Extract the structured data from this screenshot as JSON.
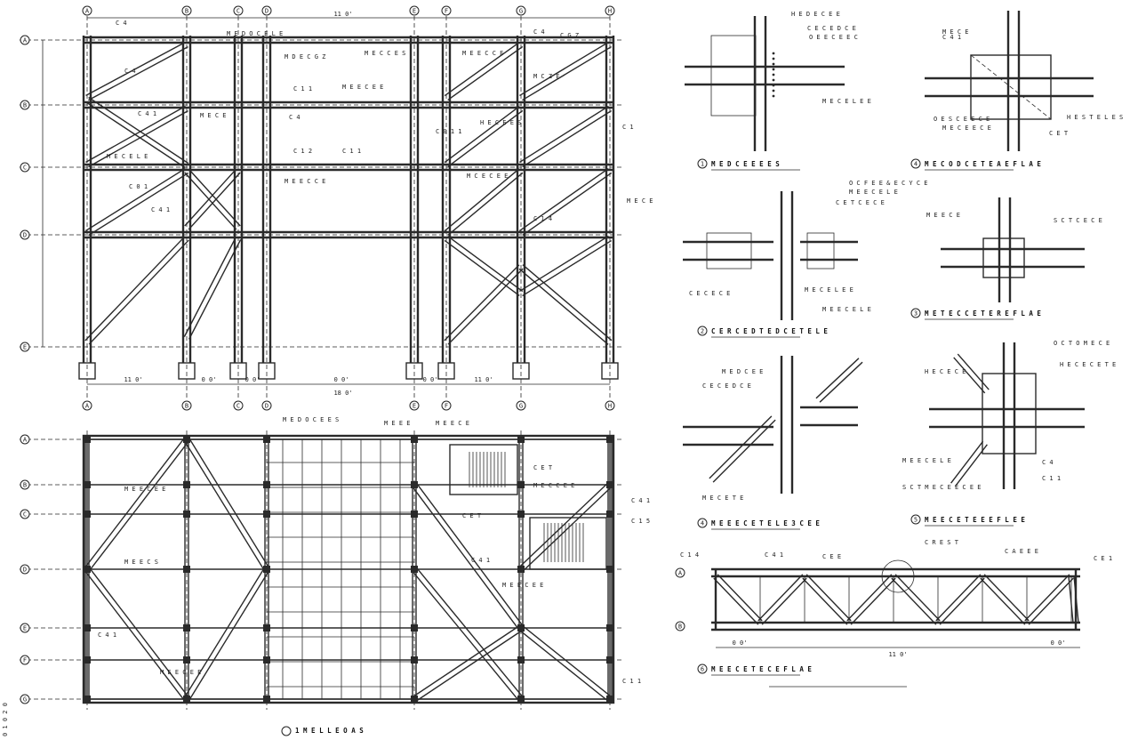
{
  "drawing": {
    "sheet_note": "0 1 0 2 0",
    "grid_top": [
      "A",
      "B",
      "C",
      "D",
      "E",
      "F",
      "G",
      "H"
    ],
    "grid_left": [
      "A",
      "B",
      "C",
      "D",
      "E"
    ],
    "grid_plan_left": [
      "A",
      "B",
      "C",
      "D",
      "E",
      "F",
      "G"
    ],
    "elevation": {
      "top_dim": "11 0'",
      "bottom_dims": [
        "11 0'",
        "0 0'",
        "0 0'",
        "0 0'",
        "0 0'",
        "11 0'"
      ],
      "overall_dim": "18 0'",
      "labels": [
        {
          "t": "C 4"
        },
        {
          "t": "M E D O C E L E"
        },
        {
          "t": "C 4"
        },
        {
          "t": "C G Z"
        },
        {
          "t": "M D E C G Z"
        },
        {
          "t": "M E C C E S"
        },
        {
          "t": "M E E C C E"
        },
        {
          "t": "C 4"
        },
        {
          "t": "M C Z E"
        },
        {
          "t": "C 1 1"
        },
        {
          "t": "M E E C E E"
        },
        {
          "t": "C 4 1"
        },
        {
          "t": "M E C E"
        },
        {
          "t": "C 4"
        },
        {
          "t": "C 1"
        },
        {
          "t": "C 1 2"
        },
        {
          "t": "M E C E L E"
        },
        {
          "t": "C 1 1"
        },
        {
          "t": "C 0 1 1"
        },
        {
          "t": "H E C E E S"
        },
        {
          "t": "M E E C C E"
        },
        {
          "t": "C 0 1"
        },
        {
          "t": "M C E C E E"
        },
        {
          "t": "C 4 1"
        },
        {
          "t": "C 1 4"
        },
        {
          "t": "M E C E"
        }
      ]
    },
    "plan": {
      "title": "1  M E L L E O A S",
      "labels": [
        {
          "t": "M E D O C E E S"
        },
        {
          "t": "M E E E"
        },
        {
          "t": "M E E C E"
        },
        {
          "t": "C E T"
        },
        {
          "t": "C 4 1"
        },
        {
          "t": "M E E C E E"
        },
        {
          "t": "C E T"
        },
        {
          "t": "M E C C E E"
        },
        {
          "t": "C 1 5"
        },
        {
          "t": "M E E C S"
        },
        {
          "t": "C 4 1"
        },
        {
          "t": "M E E C E E"
        },
        {
          "t": "C 4 1"
        },
        {
          "t": "M E E C E E"
        },
        {
          "t": "C 1 1"
        }
      ]
    },
    "details": [
      {
        "num": "1",
        "title": "M E D C E E E E S"
      },
      {
        "num": "4",
        "title": "M E C O D C E  T E A E  F L A E"
      },
      {
        "num": "2",
        "title": "C E R C E D  T E D C E  T E L E"
      },
      {
        "num": "3",
        "title": "M E T E C C E  T E R E  F L A E"
      },
      {
        "num": "4",
        "title": "M E E E C E  T E L E  3  C E E"
      },
      {
        "num": "5",
        "title": "M E E C E  T E E E  F L E E"
      },
      {
        "num": "6",
        "title": "M E E C E  T E C E  F L A E"
      }
    ],
    "detail_labels": [
      {
        "t": "H E D E C E E"
      },
      {
        "t": "C E C E D C E"
      },
      {
        "t": "O E E C E E C"
      },
      {
        "t": "M E C E L E E"
      },
      {
        "t": "H E S T E L E S"
      },
      {
        "t": "O E S C E E C E"
      },
      {
        "t": "M E C E E C E"
      },
      {
        "t": "C E T"
      },
      {
        "t": "O C F E E & E C Y C E"
      },
      {
        "t": "M E E C E L E"
      },
      {
        "t": "C E T  C E C E"
      },
      {
        "t": "M E C E L E E"
      },
      {
        "t": "M E E C E L E"
      },
      {
        "t": "C E C E C E"
      },
      {
        "t": "S C T  C E C E"
      },
      {
        "t": "M E E C E"
      },
      {
        "t": "M E D C E E"
      },
      {
        "t": "C E C E D C E"
      },
      {
        "t": "H E C E C E"
      },
      {
        "t": "O C T O M E C E"
      },
      {
        "t": "H E C E C E T E"
      },
      {
        "t": "M E E C E L E"
      },
      {
        "t": "C 4"
      },
      {
        "t": "M E C E T E"
      },
      {
        "t": "S C T  M E C E E C E E"
      },
      {
        "t": "C 1 1"
      },
      {
        "t": "M E C E"
      },
      {
        "t": "C 4 1"
      }
    ],
    "truss": {
      "labels": [
        {
          "t": "C 1 4"
        },
        {
          "t": "C 4 1"
        },
        {
          "t": "C E E"
        },
        {
          "t": "C R E S T"
        },
        {
          "t": "C A E E E"
        },
        {
          "t": "C E 1"
        }
      ],
      "dims": [
        "0 0'",
        "0 0'",
        "11 0'"
      ]
    }
  }
}
